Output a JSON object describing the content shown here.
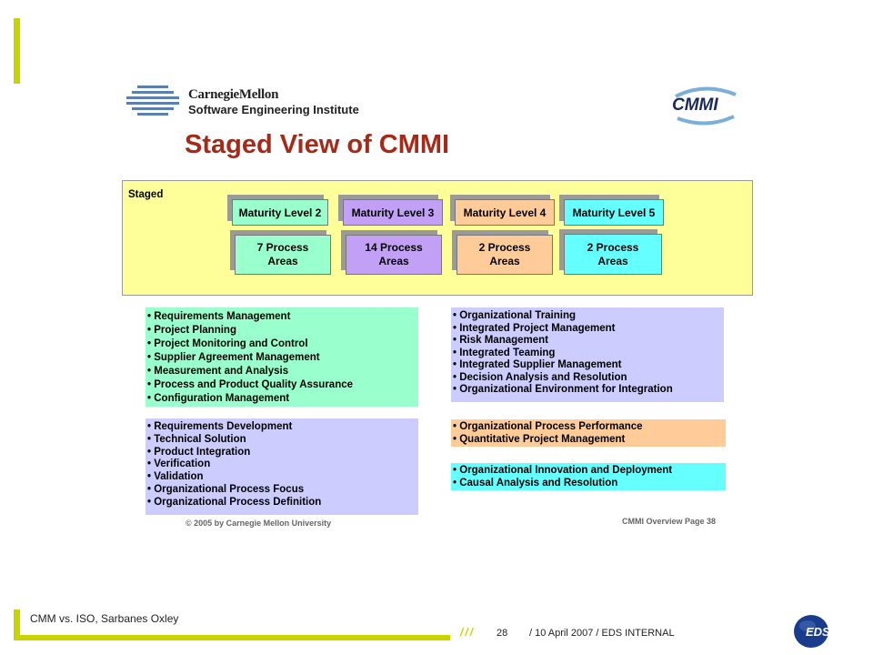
{
  "sei_logo": {
    "line1": "CarnegieMellon",
    "line2": "Software Engineering Institute"
  },
  "cmmi_logo": {
    "text": "CMMI"
  },
  "title": "Staged View of CMMI",
  "staged_panel": {
    "label": "Staged",
    "levels": [
      {
        "name": "Maturity Level 2",
        "areas": "7 Process Areas",
        "color": "#99ffcc"
      },
      {
        "name": "Maturity Level 3",
        "areas": "14 Process Areas",
        "color": "#c1a0f5"
      },
      {
        "name": "Maturity Level 4",
        "areas": "2 Process Areas",
        "color": "#ffcc99"
      },
      {
        "name": "Maturity Level 5",
        "areas": "2 Process Areas",
        "color": "#66ffff"
      }
    ]
  },
  "lists": {
    "level2": {
      "color": "#99ffcc",
      "items": [
        "Requirements Management",
        "Project Planning",
        "Project Monitoring and Control",
        "Supplier Agreement Management",
        "Measurement and Analysis",
        "Process and Product Quality Assurance",
        "Configuration Management"
      ]
    },
    "level3a": {
      "color": "#ccccff",
      "items": [
        "Requirements Development",
        "Technical Solution",
        "Product Integration",
        "Verification",
        "Validation",
        "Organizational Process Focus",
        "Organizational Process Definition"
      ]
    },
    "level3b": {
      "color": "#ccccff",
      "items": [
        "Organizational Training",
        "Integrated Project Management",
        "Risk Management",
        "Integrated Teaming",
        "Integrated Supplier Management",
        "Decision Analysis and Resolution",
        "Organizational Environment for Integration"
      ]
    },
    "level4": {
      "color": "#ffcc99",
      "items": [
        "Organizational Process Performance",
        "Quantitative Project Management"
      ]
    },
    "level5": {
      "color": "#66ffff",
      "items": [
        "Organizational Innovation and Deployment",
        "Causal Analysis and Resolution"
      ]
    }
  },
  "copyright": "© 2005 by Carnegie Mellon University",
  "page_ref": "CMMI Overview Page  38",
  "footer": {
    "presentation_title": "CMM vs. ISO, Sarbanes  Oxley",
    "slashes": "///",
    "page_number": "28",
    "date": "/  10 April 2007  /  EDS INTERNAL",
    "eds_logo": "EDS"
  },
  "colors": {
    "accent": "#c8d400",
    "staged_bg": "#ffff99",
    "title_red": "#a52a1a",
    "eds_blue": "#1a3c8c"
  }
}
